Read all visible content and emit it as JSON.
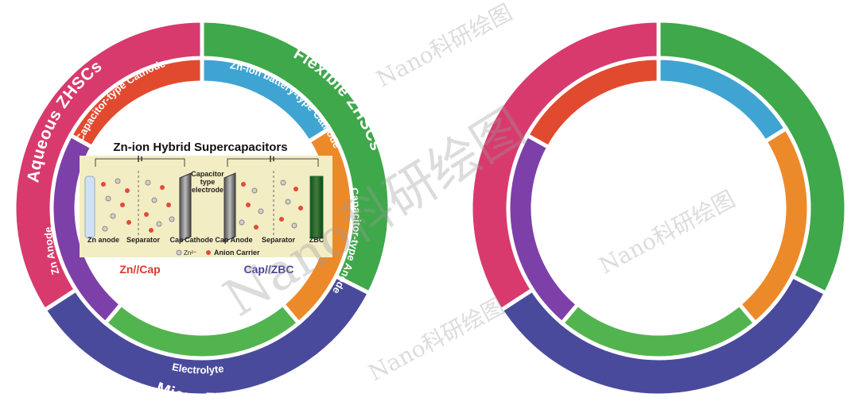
{
  "colors": {
    "pink": "#d83a6e",
    "green": "#3fa84a",
    "purple": "#4a4a9c",
    "red": "#e24a2f",
    "blue": "#3fa4d1",
    "orange": "#ec8a2a",
    "violet": "#7d40a8",
    "light_green": "#52b44f",
    "zn_cap_red": "#d73b2c",
    "cap_zbc_purple": "#4b3f96"
  },
  "outer_ring": [
    {
      "label": "Aqueous ZHSCs",
      "color": "#d83a6e"
    },
    {
      "label": "Flexible ZHSCs",
      "color": "#3fa84a"
    },
    {
      "label": "Micro ZHSCs",
      "color": "#4a4a9c"
    }
  ],
  "inner_ring": [
    {
      "label": "Capacitor-type Cathode",
      "color": "#e24a2f"
    },
    {
      "label": "Zn-ion battery-type Cathode",
      "color": "#3fa4d1"
    },
    {
      "label": "Capacitor-type Anode",
      "color": "#ec8a2a"
    },
    {
      "label": "Electrolyte",
      "color": "#52b44f"
    },
    {
      "label": "Zn Anode",
      "color": "#7d40a8"
    }
  ],
  "center": {
    "title": "Zn-ion Hybrid Supercapacitors",
    "cap_label_1": "Capacitor",
    "cap_label_2": "type",
    "cap_label_3": "electrode",
    "left_cell_labels": [
      "Zn anode",
      "Separator",
      "Cap",
      "Cathode"
    ],
    "right_cell_labels": [
      "Cap Anode",
      "Separator",
      "ZBC"
    ],
    "legend_zn": "Zn²⁺",
    "legend_anion": "Anion Carrier",
    "left_caption": "Zn//Cap",
    "right_caption": "Cap//ZBC"
  },
  "watermark": "Nano科研绘图"
}
